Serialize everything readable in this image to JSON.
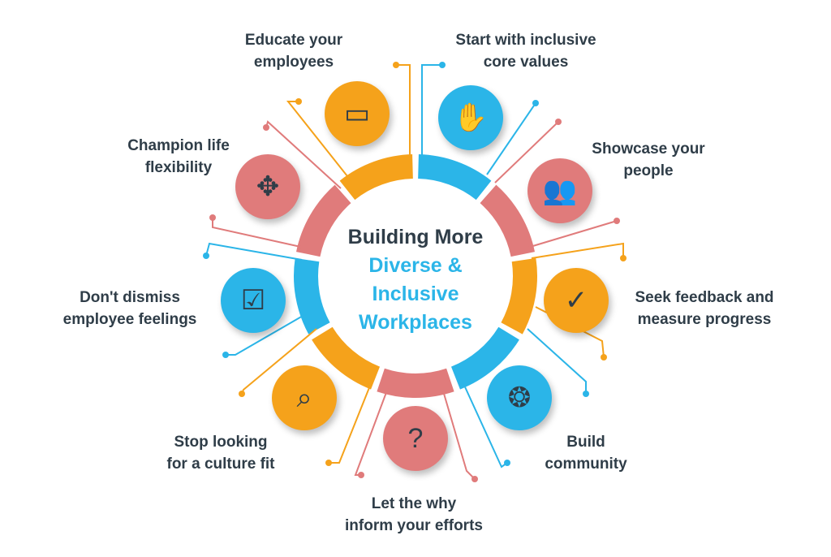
{
  "title": {
    "line1": "Building More",
    "line2": "Diverse &",
    "line3": "Inclusive",
    "line4": "Workplaces"
  },
  "colors": {
    "blue": "#2bb5e8",
    "orange": "#f5a21b",
    "pink": "#e07b7b",
    "text": "#2f3d48"
  },
  "items": [
    {
      "line1": "Educate your",
      "line2": "employees",
      "color": "orange",
      "icon": "presentation-board-icon"
    },
    {
      "line1": "Start with inclusive",
      "line2": "core values",
      "color": "blue",
      "icon": "joined-hands-icon"
    },
    {
      "line1": "Showcase your",
      "line2": "people",
      "color": "pink",
      "icon": "people-group-icon"
    },
    {
      "line1": "Seek feedback and",
      "line2": "measure progress",
      "color": "orange",
      "icon": "check-badge-icon"
    },
    {
      "line1": "Build",
      "line2": "community",
      "color": "blue",
      "icon": "community-circle-icon"
    },
    {
      "line1": "Let the why",
      "line2": "inform your efforts",
      "color": "pink",
      "icon": "question-chat-icon"
    },
    {
      "line1": "Stop looking",
      "line2": "for a culture fit",
      "color": "orange",
      "icon": "magnifier-x-icon"
    },
    {
      "line1": "Don't dismiss",
      "line2": "employee feelings",
      "color": "blue",
      "icon": "checkbox-icon"
    },
    {
      "line1": "Champion life",
      "line2": "flexibility",
      "color": "pink",
      "icon": "direction-arrows-icon"
    }
  ]
}
